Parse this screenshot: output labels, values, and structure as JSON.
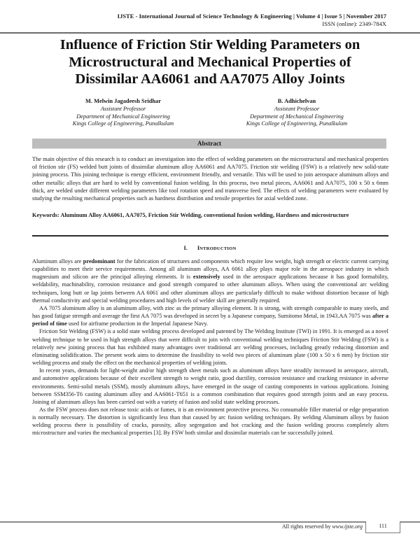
{
  "header": {
    "journal_line": "IJSTE - International Journal of Science Technology & Engineering | Volume 4 | Issue 5 | November 2017",
    "issn": "ISSN (online): 2349-784X"
  },
  "title": {
    "line1": "Influence of Friction Stir Welding Parameters on",
    "line2": "Microstructural and Mechanical Properties of",
    "line3": "Dissimilar AA6061 and AA7075 Alloy Joints"
  },
  "authors": [
    {
      "name": "M. Melwin Jagadeesh Sridhar",
      "role": "Assistant Professor",
      "department": "Department of Mechanical Engineering",
      "institution": "Kings College of Engineering, Punalkulam"
    },
    {
      "name": "B. Adhichelvan",
      "role": "Assistant Professor",
      "department": "Department of Mechanical Engineering",
      "institution": "Kings College of Engineering, Punalkulam"
    }
  ],
  "abstract": {
    "heading": "Abstract",
    "text": "The main objective of this research is to conduct an investigation into the effect of welding parameters on the microstructural and mechanical properties of friction stir (FS) welded butt joints of dissimilar aluminum alloy AA6061 and AA7075. Friction stir welding (FSW) is a relatively new solid-state joining process. This joining technique is energy efficient, environment friendly, and versatile. This will be used to join aerospace aluminum alloys and other metallic alloys that are hard to weld by conventional fusion welding. In this process, two metal pieces, AA6061 and AA7075, 100 x 50 x 6mm thick, are welded under different welding parameters like tool rotation speed and transverse feed. The effects of welding parameters were evaluated by studying the resulting mechanical properties such as hardness distribution and tensile properties for axial welded zone.",
    "keywords": "Keywords: Aluminum Alloy AA6061, AA7075, Friction Stir Welding, conventional fusion welding, Hardness and microstructure"
  },
  "section": {
    "number": "I.",
    "title_first": "I",
    "title_rest": "NTRODUCTION"
  },
  "paragraphs": {
    "p1_a": "Aluminum alloys are ",
    "p1_b": "predominant",
    "p1_c": " for the fabrication of structures and components which require low weight, high strength or electric current carrying capabilities to meet their service requirements. Among all aluminum alloys, AA 6061 alloy plays major role in the aerospace industry in which magnesium and silicon are the principal alloying elements. It is ",
    "p1_d": "extensively",
    "p1_e": " used in the aerospace applications because it has good formability, weldability, machinability, corrosion resistance and good strength compared to other aluminum alloys. When using the conventional arc welding techniques, long butt or lap joints between AA 6061 and other aluminum alloys are particularly difficult to make without distortion because of high thermal conductivity and special welding procedures and high levels of welder skill are generally required.",
    "p2_a": "AA 7075 aluminum alloy is an aluminum alloy, with zinc as the primary alloying element. It is strong, with strength comparable to many steels, and has good fatigue strength and average the first AA 7075 was developed in secret by a Japanese company, Sumitomo Metal, in 1943.AA 7075 was ",
    "p2_b": "after a period of time",
    "p2_c": " used for airframe production in the Imperial Japanese Navy.",
    "p3": "Friction Stir Welding (FSW) is a solid state welding process developed and patented by The Welding Institute (TWI) in 1991. It is emerged as a novel welding technique to be used in high strength alloys that were difficult to join with conventional welding techniques Friction Stir Welding (FSW) is a relatively new joining process that has exhibited many advantages over traditional arc welding processes, including greatly reducing distortion and eliminating solidification. The present work aims to determine the feasibility to weld two pieces of aluminum plate (100 x 50 x 6 mm) by friction stir welding process and study the effect on the mechanical properties of welding joints.",
    "p4": "In recent years, demands for light-weight and/or high strength sheet metals such as aluminum alloys have steadily increased in aerospace, aircraft, and automotive applications because of their excellent strength to weight ratio, good ductility, corrosion resistance and cracking resistance in adverse environments. Semi-solid metals (SSM), mostly aluminum alloys, have emerged in the usage of casting components in various applications. Joining between SSM356-T6 casting aluminum alloy and AA6061-T651 is a common combination that requires good strength joints and an easy process. Joining of aluminum alloys has been carried out with a variety of fusion and solid state welding processes.",
    "p5": "As the FSW process does not release toxic acids or fumes, it is an environment protective process. No consumable filler material or edge preparation is normally necessary. The distortion is significantly less than that caused by arc fusion welding techniques. By welding Aluminum alloys by fusion welding process there is possibility of cracks, porosity, alloy segregation and hot cracking and the fusion welding process completely alters microstructure and varies the mechanical properties [3]. By FSW both similar and dissimilar materials can be successfully joined."
  },
  "footer": {
    "rights_prefix": "All rights reserved by ",
    "rights_site": "www.ijste.org",
    "page_number": "111"
  }
}
